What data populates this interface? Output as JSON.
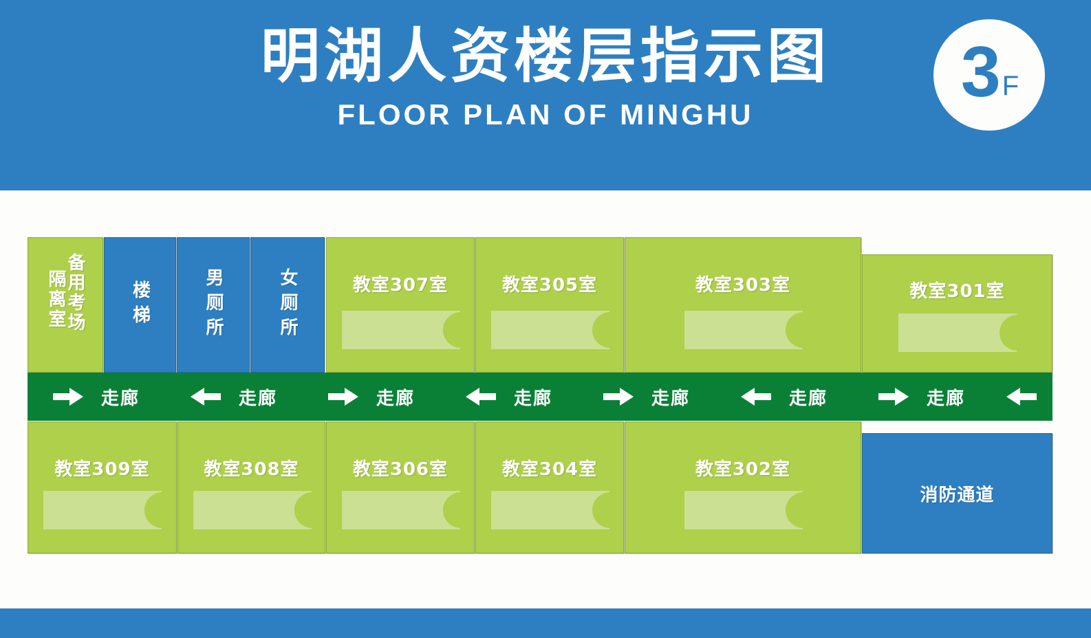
{
  "header": {
    "title_cn": "明湖人资楼层指示图",
    "title_en": "FLOOR PLAN OF MINGHU",
    "floor_number": "3",
    "floor_suffix": "F",
    "background_color": "#2e7fc1"
  },
  "colors": {
    "blue": "#2e7fc1",
    "green": "#aed04a",
    "desk_green": "#cbe093",
    "corridor_green": "#0a8037",
    "page_background": "#fdfdfc",
    "text_white": "#ffffff"
  },
  "plan": {
    "top_row": [
      {
        "id": "spare-exam-isolation",
        "labels": [
          "备用考场",
          "隔离室"
        ],
        "type": "green",
        "orientation": "vertical",
        "has_desk": false
      },
      {
        "id": "stairs",
        "label": "楼梯",
        "type": "blue",
        "orientation": "vertical",
        "has_desk": false
      },
      {
        "id": "mens-restroom",
        "label": "男厕所",
        "type": "blue",
        "orientation": "vertical",
        "has_desk": false
      },
      {
        "id": "womens-restroom",
        "label": "女厕所",
        "type": "blue",
        "orientation": "vertical",
        "has_desk": false
      },
      {
        "id": "room-307",
        "label": "教室307室",
        "type": "green",
        "orientation": "horizontal",
        "has_desk": true
      },
      {
        "id": "room-305",
        "label": "教室305室",
        "type": "green",
        "orientation": "horizontal",
        "has_desk": true
      },
      {
        "id": "room-303",
        "label": "教室303室",
        "type": "green",
        "orientation": "horizontal",
        "has_desk": true
      },
      {
        "id": "room-301",
        "label": "教室301室",
        "type": "green",
        "orientation": "horizontal",
        "has_desk": true
      }
    ],
    "corridor": {
      "label": "走廊",
      "segments": [
        {
          "arrow": "arrow-right-icon",
          "text": "走廊"
        },
        {
          "arrow": "arrow-left-icon",
          "text": "走廊"
        },
        {
          "arrow": "arrow-right-icon",
          "text": "走廊"
        },
        {
          "arrow": "arrow-left-icon",
          "text": "走廊"
        },
        {
          "arrow": "arrow-right-icon",
          "text": "走廊"
        },
        {
          "arrow": "arrow-left-icon",
          "text": "走廊"
        },
        {
          "arrow": "arrow-right-icon",
          "text": "走廊"
        },
        {
          "arrow": "arrow-left-icon",
          "text": ""
        }
      ]
    },
    "bottom_row": [
      {
        "id": "room-309",
        "label": "教室309室",
        "type": "green",
        "has_desk": true
      },
      {
        "id": "room-308",
        "label": "教室308室",
        "type": "green",
        "has_desk": true
      },
      {
        "id": "room-306",
        "label": "教室306室",
        "type": "green",
        "has_desk": true
      },
      {
        "id": "room-304",
        "label": "教室304室",
        "type": "green",
        "has_desk": true
      },
      {
        "id": "room-302",
        "label": "教室302室",
        "type": "green",
        "has_desk": true
      },
      {
        "id": "fire-escape",
        "label": "消防通道",
        "type": "blue",
        "has_desk": false
      }
    ]
  }
}
